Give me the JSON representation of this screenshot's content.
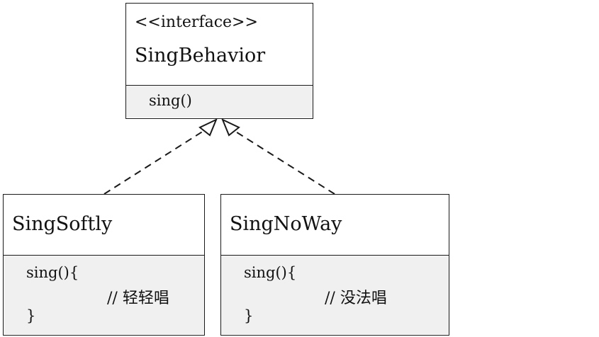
{
  "interface_box": {
    "stereotype": "<<interface>>",
    "name": "SingBehavior",
    "methods": [
      "sing()"
    ]
  },
  "left_box": {
    "name": "SingSoftly",
    "code": [
      "sing(){",
      "// 轻轻唱",
      "}"
    ]
  },
  "right_box": {
    "name": "SingNoWay",
    "code": [
      "sing(){",
      "// 没法唱",
      "}"
    ]
  },
  "colors": {
    "border": "#1a1a1a",
    "body_fill": "#f0f0f0",
    "head_fill": "#ffffff"
  }
}
